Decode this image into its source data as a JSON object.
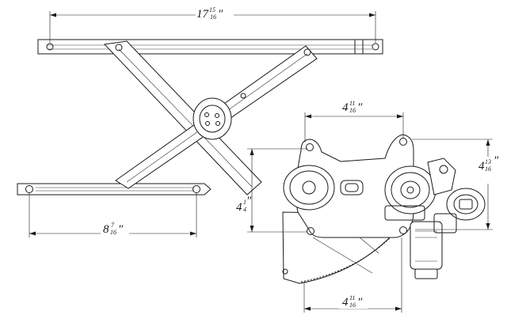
{
  "dimensions": {
    "top_width": {
      "whole": "17",
      "num": "15",
      "den": "16",
      "unit": "″"
    },
    "lower_rail": {
      "whole": "8",
      "num": "7",
      "den": "16",
      "unit": "″"
    },
    "motor_upper": {
      "whole": "4",
      "num": "11",
      "den": "16",
      "unit": "″"
    },
    "motor_lower": {
      "whole": "4",
      "num": "11",
      "den": "16",
      "unit": "″"
    },
    "left_height": {
      "whole": "4",
      "num": "1",
      "den": "4",
      "unit": "″"
    },
    "right_height": {
      "whole": "4",
      "num": "13",
      "den": "16",
      "unit": "″"
    }
  }
}
